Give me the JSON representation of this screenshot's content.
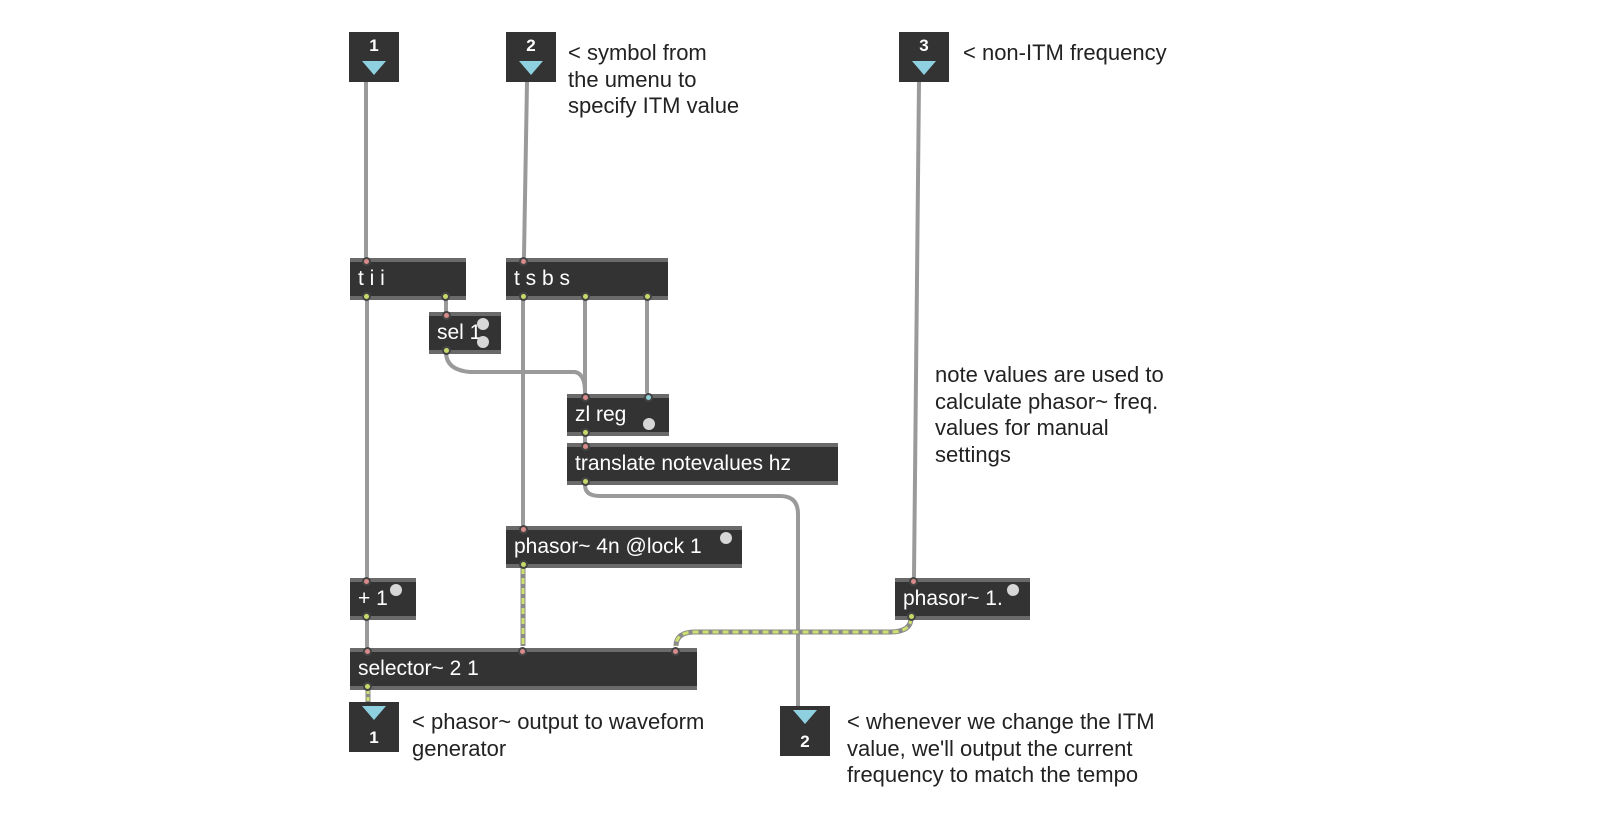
{
  "inlets": [
    {
      "index": "1"
    },
    {
      "index": "2"
    },
    {
      "index": "3"
    }
  ],
  "outlets": [
    {
      "index": "1"
    },
    {
      "index": "2"
    }
  ],
  "objects": {
    "tii": "t i i",
    "tsbs": "t s b s",
    "sel": "sel 1",
    "zlreg": "zl reg",
    "translate": "translate notevalues hz",
    "phasor4n": "phasor~ 4n @lock 1",
    "plus1": "+ 1",
    "phasor1": "phasor~ 1.",
    "selector": "selector~ 2 1"
  },
  "comments": {
    "symbol": "< symbol from\nthe umenu to\nspecify ITM value",
    "nonitm": "< non-ITM frequency",
    "notevalues": "note values are used to\ncalculate phasor~ freq.\nvalues for manual\nsettings",
    "phasor_out": "< phasor~ output to waveform\ngenerator",
    "whenever": "< whenever we change the ITM\nvalue, we'll output the current\nfrequency to match the tempo"
  },
  "colors": {
    "object_bg": "#333333",
    "patch_cord": "#a8a8a8",
    "signal_cord": "#c9d86a",
    "inlet_arrow": "#8fd0e0"
  }
}
